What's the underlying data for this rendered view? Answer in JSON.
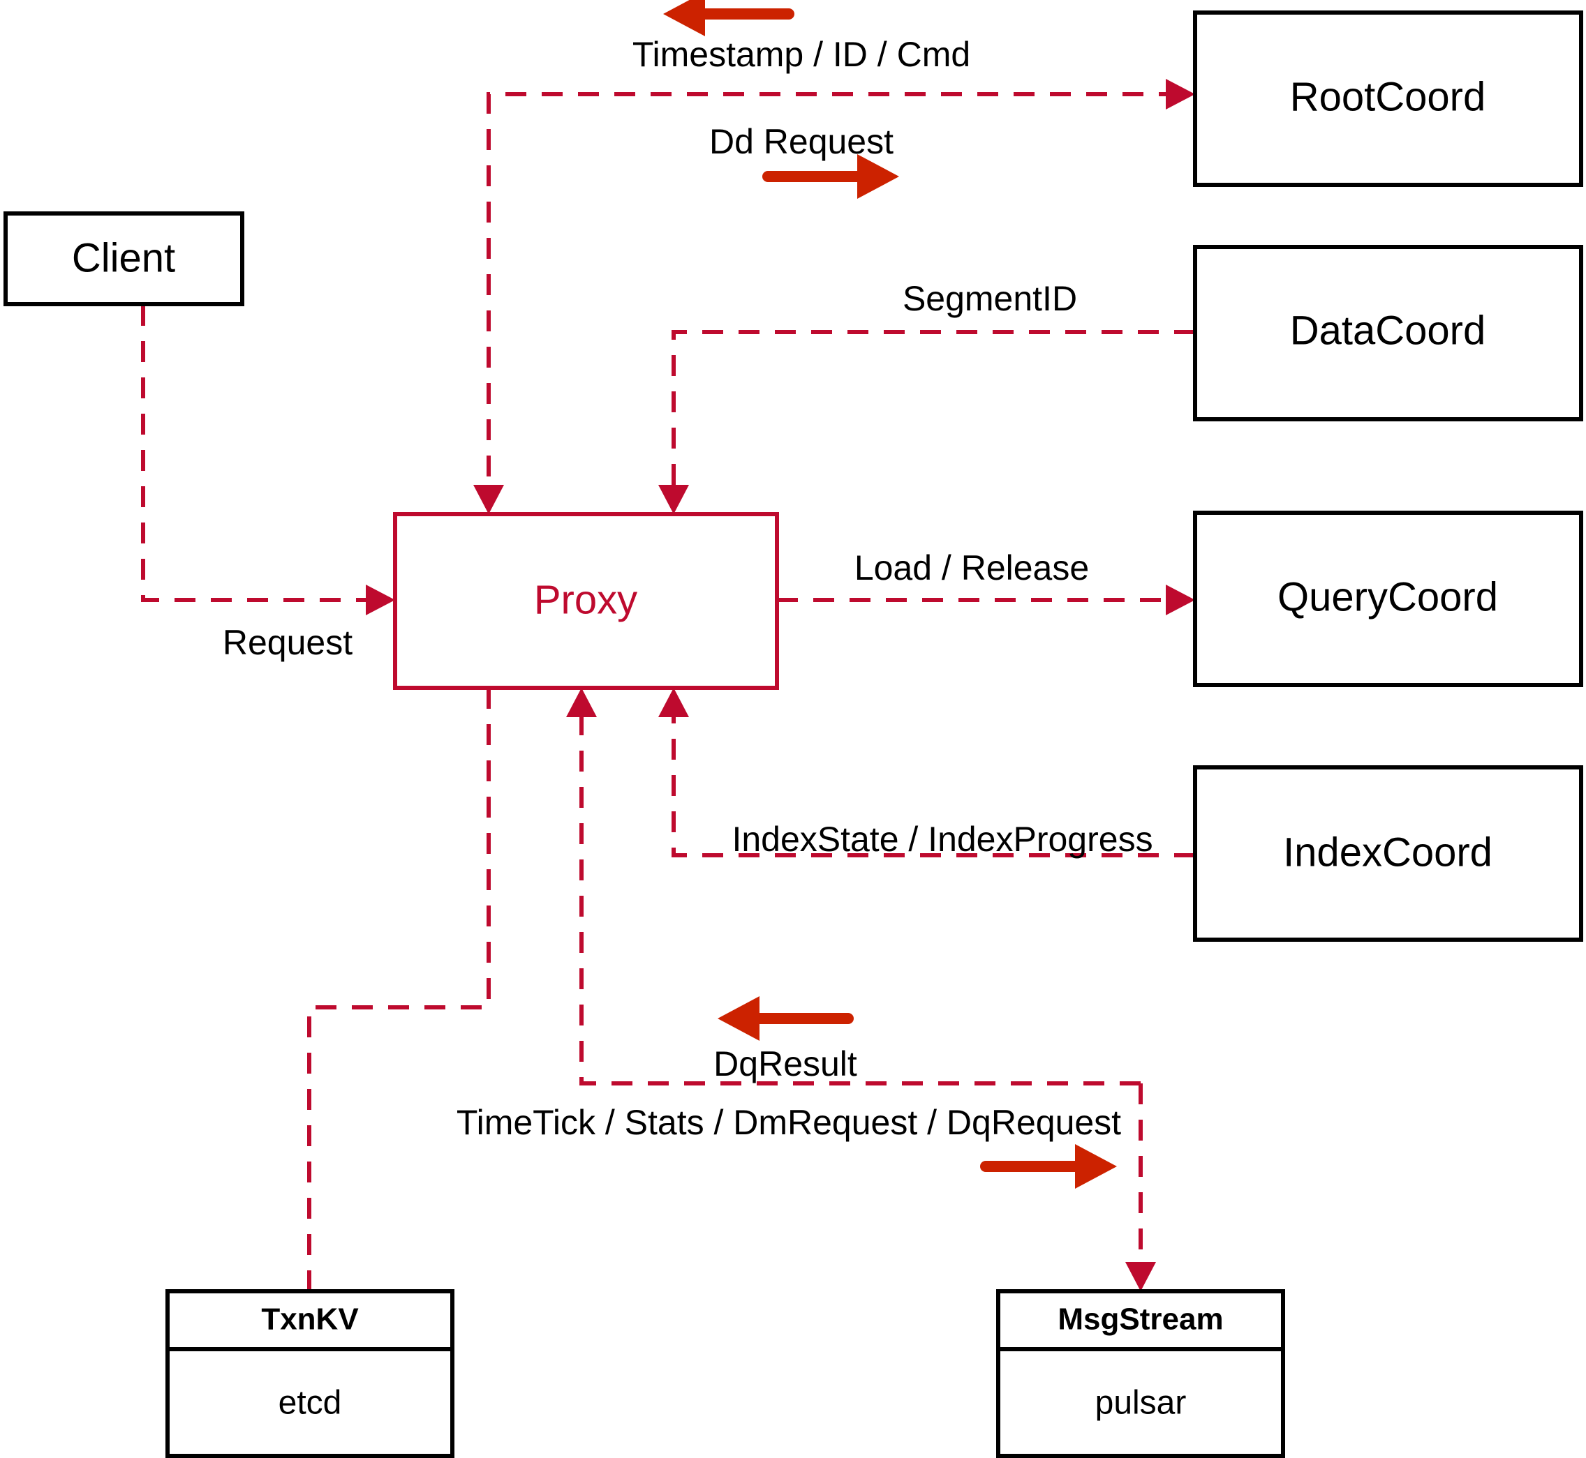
{
  "diagram": {
    "title": "Milvus Proxy interaction diagram",
    "colors": {
      "accent_red": "#BE0A2E",
      "arrow_red": "#CC2200",
      "node_border": "#000000",
      "background": "#FFFFFF"
    },
    "nodes": {
      "client": {
        "label": "Client"
      },
      "proxy": {
        "label": "Proxy"
      },
      "root_coord": {
        "label": "RootCoord"
      },
      "data_coord": {
        "label": "DataCoord"
      },
      "query_coord": {
        "label": "QueryCoord"
      },
      "index_coord": {
        "label": "IndexCoord"
      },
      "txnkv": {
        "label": "TxnKV",
        "impl": "etcd"
      },
      "msgstream": {
        "label": "MsgStream",
        "impl": "pulsar"
      }
    },
    "edge_labels": {
      "timestamp_id_cmd": "Timestamp / ID / Cmd",
      "dd_request": "Dd Request",
      "segment_id": "SegmentID",
      "request": "Request",
      "load_release": "Load / Release",
      "index_state_progress": "IndexState / IndexProgress",
      "dq_result": "DqResult",
      "timetick_stats": "TimeTick / Stats / DmRequest / DqRequest"
    }
  }
}
